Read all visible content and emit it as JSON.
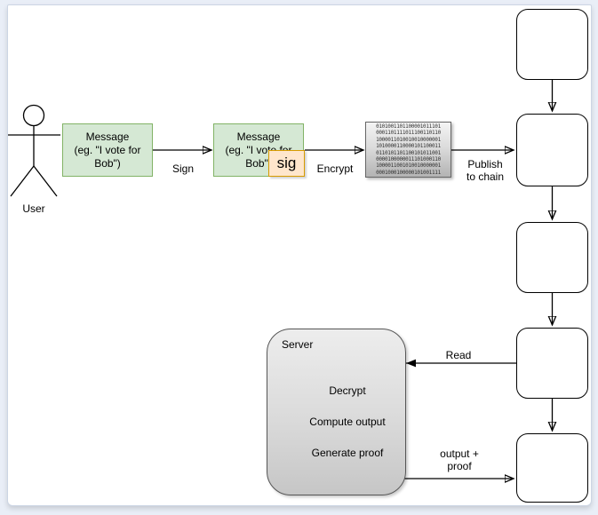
{
  "colors": {
    "background": "#e9eef7",
    "canvas": "#ffffff",
    "message_fill": "#d5e8d4",
    "message_border": "#82b366",
    "sig_fill": "#ffe6cc",
    "sig_border": "#d79b00",
    "binary_fill_top": "#f4f4f4",
    "binary_fill_bottom": "#b3b3b3",
    "server_fill_top": "#ededed",
    "server_fill_bottom": "#c6c6c6",
    "stroke": "#000000"
  },
  "actor": {
    "label": "User"
  },
  "boxes": {
    "message1": {
      "lines": [
        "Message",
        "(eg. \"I vote for",
        "Bob\")"
      ]
    },
    "message2": {
      "lines": [
        "Message",
        "(eg. \"I vote for",
        "Bob\")"
      ]
    },
    "sig": {
      "label": "sig"
    },
    "binary": {
      "lines": [
        "0101001101100001011101",
        "0001101111011100110110",
        "1000011010010010000001",
        "1010000110000101100011",
        "0110101101100101011001",
        "0000100000011101000110",
        "1000011001010010000001",
        "0001000100000101001111"
      ]
    }
  },
  "labels": {
    "sign": "Sign",
    "encrypt": "Encrypt",
    "publish_line1": "Publish",
    "publish_line2": "to chain",
    "read": "Read",
    "output_line1": "output +",
    "output_line2": "proof"
  },
  "server": {
    "title": "Server",
    "steps": [
      "Decrypt",
      "Compute output",
      "Generate proof"
    ]
  },
  "chain": {
    "block_count": 5
  }
}
